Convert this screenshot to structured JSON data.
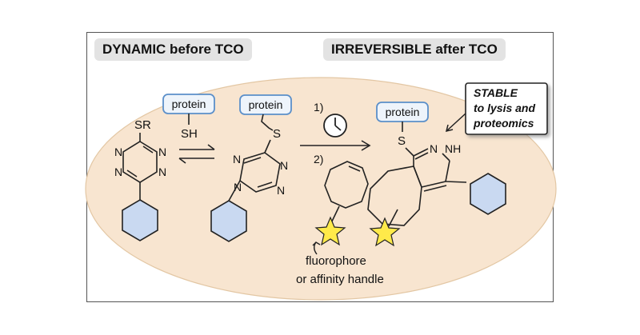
{
  "header": {
    "left_title": "DYNAMIC before TCO",
    "right_title": "IRREVERSIBLE after TCO"
  },
  "molecules": {
    "protein_label": "protein",
    "thiol_label": "SH",
    "sr_label": "SR",
    "sulfur_label": "S",
    "nitrogen_label": "N",
    "nh_label": "NH"
  },
  "steps": {
    "step1": "1)",
    "step2": "2)"
  },
  "callout": {
    "line1": "STABLE",
    "line2": "to lysis and",
    "line3": "proteomics"
  },
  "caption": {
    "line1": "fluorophore",
    "line2": "or affinity handle"
  },
  "colors": {
    "ellipse_fill": "#f8e5d0",
    "ring_fill": "#c9d9f1",
    "star_fill": "#ffea4a",
    "protein_box_fill": "#eef4fb",
    "protein_box_stroke": "#5b8fc9"
  }
}
